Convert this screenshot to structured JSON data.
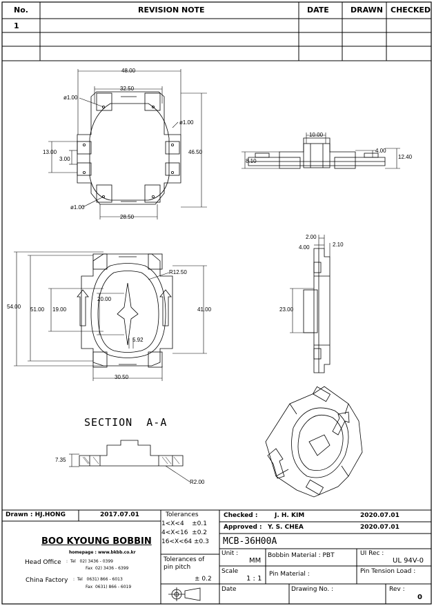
{
  "revision_table": {
    "headers": {
      "no": "No.",
      "note": "REVISION NOTE",
      "date": "DATE",
      "drawn": "DRAWN",
      "checked": "CHECKED"
    },
    "rows": [
      {
        "no": "1",
        "note": "",
        "date": "",
        "drawn": "",
        "checked": ""
      },
      {
        "no": "",
        "note": "",
        "date": "",
        "drawn": "",
        "checked": ""
      },
      {
        "no": "",
        "note": "",
        "date": "",
        "drawn": "",
        "checked": ""
      }
    ]
  },
  "dimensions": {
    "top_view": {
      "overall_width": "48.00",
      "inner_width": "32.50",
      "bottom_width": "28.50",
      "height": "46.50",
      "hole_tl": "ø1.00",
      "hole_tr": "ø1.00",
      "hole_bl": "ø1.00",
      "left_13": "13.00",
      "left_3": "3.00"
    },
    "side_view": {
      "top": "10.00",
      "left": "8.10",
      "right_4": "4.00",
      "right_12": "12.40"
    },
    "front_view": {
      "r": "R12.50",
      "h54": "54.00",
      "h51": "51.00",
      "h19": "19.00",
      "h20": "20.00",
      "h41": "41.00",
      "w592": "5.92",
      "w3050": "30.50"
    },
    "right_view": {
      "d2": "2.00",
      "d4": "4.00",
      "d21": "2.10",
      "h23": "23.00"
    },
    "section": {
      "title": "SECTION  A-A",
      "height": "7.35",
      "radius": "R2.00"
    }
  },
  "title_block": {
    "drawn_label": "Drawn : HJ.HONG",
    "drawn_date": "2017.07.01",
    "tolerances_label": "Tolerances",
    "tol1": "1<X<4    ±0.1",
    "tol2": "4<X<16  ±0.2",
    "tol3": "16<X<64 ±0.3",
    "pin_tol_label": "Tolerances of pin pitch",
    "pin_tol": "± 0.2",
    "checked_label": "Checked :",
    "checked_name": "J. H. KIM",
    "checked_date": "2020.07.01",
    "approved_label": "Approved :",
    "approved_name": "Y. S. CHEA",
    "approved_date": "2020.07.01",
    "part_no": "MCB-36H00A",
    "company": "BOO KYOUNG BOBBIN",
    "homepage": "homepage : www.bkbb.co.kr",
    "head_office_label": "Head Office",
    "head_tel": ":  Tel   02) 3436 - 0399",
    "head_fax": "Fax  02) 3436 - 6399",
    "china_label": "China Factory",
    "china_tel": ":  Tel   0631) 866 - 6013",
    "china_fax": "Fax  0631) 866 - 6019",
    "unit_label": "Unit :",
    "unit_value": "MM",
    "bobbin_material": "Bobbin Material : PBT",
    "ul_label": "UI Rec :",
    "ul_value": "UL 94V-0",
    "scale_label": "Scale",
    "scale_value": "1 : 1",
    "pin_material": "Pin Material :",
    "pin_tension": "Pin Tension Load :",
    "date_label": "Date",
    "drawing_no": "Drawing No. :",
    "rev_label": "Rev :",
    "rev_value": "0"
  }
}
